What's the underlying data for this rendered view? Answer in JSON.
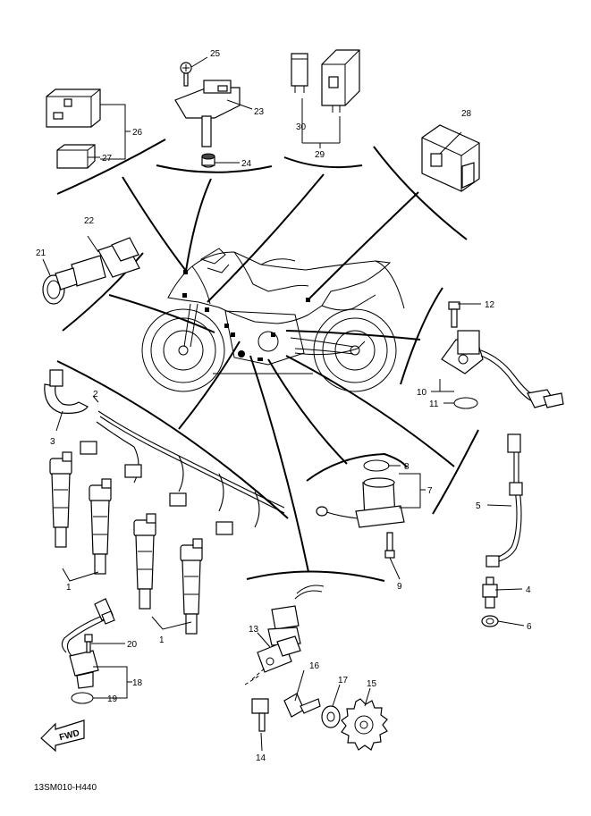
{
  "diagram_code": "13SM010-H440",
  "fwd_label": "FWD",
  "callouts": [
    "1",
    "1",
    "2",
    "3",
    "4",
    "5",
    "6",
    "7",
    "8",
    "9",
    "10",
    "11",
    "12",
    "13",
    "14",
    "15",
    "16",
    "17",
    "18",
    "19",
    "20",
    "21",
    "22",
    "23",
    "24",
    "25",
    "26",
    "27",
    "28",
    "29",
    "30"
  ]
}
